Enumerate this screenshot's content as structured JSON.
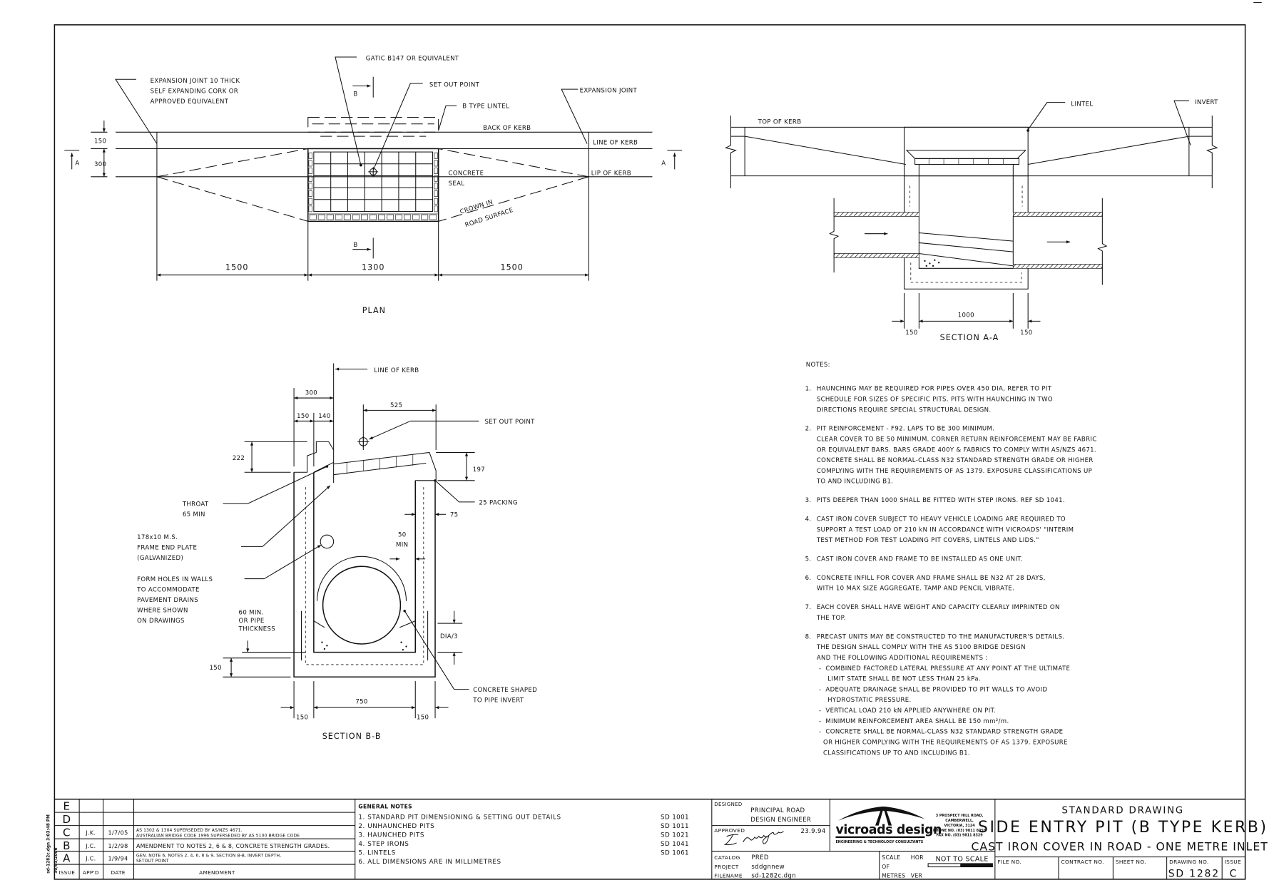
{
  "plan": {
    "title": "PLAN",
    "expansion_joint_note": [
      "EXPANSION JOINT 10 THICK",
      "SELF EXPANDING CORK OR",
      "APPROVED EQUIVALENT"
    ],
    "gatic": "GATIC B147 OR EQUIVALENT",
    "set_out_point": "SET OUT POINT",
    "b_type_lintel": "B TYPE LINTEL",
    "expansion_joint": "EXPANSION JOINT",
    "back_of_kerb": "BACK OF KERB",
    "line_of_kerb": "LINE OF KERB",
    "lip_of_kerb": "LIP OF KERB",
    "concrete_seal": [
      "CONCRETE",
      "SEAL"
    ],
    "crown": [
      "CROWN IN",
      "ROAD SURFACE"
    ],
    "section_b": "B",
    "section_a": "A",
    "dims": {
      "d150": "150",
      "d300": "300",
      "left": "1500",
      "mid": "1300",
      "right": "1500"
    }
  },
  "section_aa": {
    "title": "SECTION A-A",
    "top_of_kerb": "TOP OF KERB",
    "lintel": "LINTEL",
    "invert": "INVERT",
    "dims": {
      "inner": "1000",
      "left": "150",
      "right": "150"
    }
  },
  "section_bb": {
    "title": "SECTION B-B",
    "line_of_kerb": "LINE OF KERB",
    "set_out_point": "SET OUT POINT",
    "throat": [
      "THROAT",
      "65 MIN"
    ],
    "frame_plate": [
      "178x10 M.S.",
      "FRAME END PLATE",
      "(GALVANIZED)"
    ],
    "form_holes": [
      "FORM HOLES IN WALLS",
      "TO ACCOMMODATE",
      "PAVEMENT DRAINS",
      "WHERE SHOWN",
      "ON DRAWINGS"
    ],
    "pipe_thickness": [
      "60 MIN.",
      "OR PIPE",
      "THICKNESS"
    ],
    "packing": "25 PACKING",
    "fifty_min": [
      "50",
      "MIN"
    ],
    "dia3": "DIA/3",
    "concrete_shaped": [
      "CONCRETE SHAPED",
      "TO PIPE INVERT"
    ],
    "dims": {
      "d300": "300",
      "d150": "150",
      "d140": "140",
      "d525": "525",
      "d222": "222",
      "d197": "197",
      "d75": "75",
      "d150_base": "150",
      "d750": "750",
      "d150_left": "150",
      "d150_right": "150"
    }
  },
  "notes": {
    "heading": "NOTES:",
    "items": [
      {
        "num": "1.",
        "lines": [
          "HAUNCHING MAY BE REQUIRED FOR PIPES OVER 450 DIA, REFER TO PIT",
          "SCHEDULE FOR SIZES OF SPECIFIC PITS. PITS WITH HAUNCHING IN TWO",
          "DIRECTIONS REQUIRE SPECIAL STRUCTURAL DESIGN."
        ]
      },
      {
        "num": "2.",
        "lines": [
          "PIT REINFORCEMENT - F92. LAPS TO BE 300 MINIMUM.",
          "CLEAR COVER TO BE 50 MINIMUM. CORNER RETURN REINFORCEMENT MAY BE FABRIC",
          "OR EQUIVALENT BARS. BARS GRADE 400Y & FABRICS TO COMPLY WITH AS/NZS 4671.",
          "CONCRETE SHALL BE NORMAL-CLASS N32 STANDARD STRENGTH GRADE OR HIGHER",
          "COMPLYING WITH THE REQUIREMENTS OF AS 1379. EXPOSURE CLASSIFICATIONS UP",
          "TO AND INCLUDING B1."
        ]
      },
      {
        "num": "3.",
        "lines": [
          "PITS DEEPER THAN 1000 SHALL BE FITTED WITH STEP IRONS. REF SD 1041."
        ]
      },
      {
        "num": "4.",
        "lines": [
          "CAST IRON COVER SUBJECT TO HEAVY VEHICLE LOADING ARE REQUIRED TO",
          "SUPPORT A TEST LOAD OF 210 kN IN ACCORDANCE WITH VICROADS' \"INTERIM",
          "TEST METHOD FOR TEST LOADING PIT COVERS, LINTELS AND LIDS.\""
        ]
      },
      {
        "num": "5.",
        "lines": [
          "CAST IRON COVER AND FRAME TO BE INSTALLED AS ONE UNIT."
        ]
      },
      {
        "num": "6.",
        "lines": [
          "CONCRETE INFILL FOR COVER AND FRAME SHALL BE N32 AT 28 DAYS,",
          "WITH 10 MAX SIZE AGGREGATE. TAMP AND PENCIL VIBRATE."
        ]
      },
      {
        "num": "7.",
        "lines": [
          "EACH COVER SHALL HAVE WEIGHT AND CAPACITY CLEARLY IMPRINTED ON",
          "THE TOP."
        ]
      },
      {
        "num": "8.",
        "lines": [
          "PRECAST UNITS MAY BE CONSTRUCTED TO THE MANUFACTURER'S DETAILS.",
          "THE DESIGN SHALL COMPLY WITH THE AS 5100 BRIDGE DESIGN",
          "AND THE FOLLOWING ADDITIONAL REQUIREMENTS :",
          " -  COMBINED FACTORED LATERAL PRESSURE AT ANY POINT AT THE ULTIMATE",
          "     LIMIT STATE SHALL BE NOT LESS THAN 25 kPa.",
          " -  ADEQUATE DRAINAGE SHALL BE PROVIDED TO PIT WALLS TO AVOID",
          "     HYDROSTATIC PRESSURE.",
          " -  VERTICAL LOAD 210 kN APPLIED ANYWHERE ON PIT.",
          " -  MINIMUM REINFORCEMENT AREA SHALL BE 150 mm²/m.",
          " -  CONCRETE SHALL BE NORMAL-CLASS N32 STANDARD STRENGTH GRADE",
          "   OR HIGHER COMPLYING WITH THE REQUIREMENTS OF AS 1379. EXPOSURE",
          "   CLASSIFICATIONS UP TO AND INCLUDING B1."
        ]
      }
    ]
  },
  "revisions": {
    "headers": {
      "issue": "ISSUE",
      "appd": "APP'D",
      "date": "DATE",
      "amendment": "AMENDMENT"
    },
    "rows": [
      {
        "issue": "E",
        "appd": "",
        "date": "",
        "amendment": []
      },
      {
        "issue": "D",
        "appd": "",
        "date": "",
        "amendment": []
      },
      {
        "issue": "C",
        "appd": "J.K.",
        "date": "1/7/05",
        "amendment": [
          "AS 1302 & 1304 SUPERSEDED BY AS/NZS 4671.",
          "AUSTRALIAN BRIDGE CODE 1996 SUPERSEDED BY AS 5100 BRIDGE CODE"
        ]
      },
      {
        "issue": "B",
        "appd": "J.C.",
        "date": "1/2/98",
        "amendment": [
          "AMENDMENT TO NOTES 2, 6 & 8, CONCRETE STRENGTH GRADES."
        ]
      },
      {
        "issue": "A",
        "appd": "J.C.",
        "date": "1/9/94",
        "amendment": [
          "GEN. NOTE 6, NOTES 2, 4, 6, 8 & 9, SECTION B-B, INVERT DEPTH,",
          "SETOUT POINT"
        ]
      }
    ]
  },
  "plot_stamp": [
    "sd-1282c.dgn    3:03:48 PM",
    "30/03/2006"
  ],
  "general_notes": {
    "heading": "GENERAL NOTES",
    "items": [
      {
        "text": "1. STANDARD PIT DIMENSIONING & SETTING OUT DETAILS",
        "ref": "SD 1001"
      },
      {
        "text": "2. UNHAUNCHED PITS",
        "ref": "SD 1011"
      },
      {
        "text": "3. HAUNCHED PITS",
        "ref": "SD 1021"
      },
      {
        "text": "4. STEP IRONS",
        "ref": "SD 1041"
      },
      {
        "text": "5. LINTELS",
        "ref": "SD 1061"
      },
      {
        "text": "6. ALL DIMENSIONS ARE IN MILLIMETRES",
        "ref": ""
      }
    ]
  },
  "approval": {
    "designed_label": "DESIGNED",
    "designed_by": [
      "PRINCIPAL ROAD",
      "DESIGN ENGINEER"
    ],
    "approved_label": "APPROVED",
    "approved_date": "23.9.94",
    "catalog_label": "CATALOG",
    "catalog": "PRED",
    "project_label": "PROJECT",
    "project": "sddgnnew",
    "filename_label": "FILENAME",
    "filename": "sd-1282c.dgn"
  },
  "company": {
    "name": "vicroads design",
    "tagline": "ENGINEERING & TECHNOLOGY CONSULTANTS",
    "address": [
      "3 PROSPECT HILL ROAD,",
      "CAMBERWELL,",
      "VICTORIA, 3124",
      "PHONE NO. (03) 9811 8355",
      "FAX NO. (03) 9811 8329"
    ]
  },
  "scale": {
    "scale_label": "SCALE",
    "of_label": "OF",
    "metres_label": "METRES",
    "hor_label": "HOR",
    "ver_label": "VER",
    "value": "NOT TO SCALE"
  },
  "title_block": {
    "type": "STANDARD DRAWING",
    "title": "SIDE ENTRY PIT (B TYPE KERB)",
    "subtitle": "CAST IRON COVER IN ROAD - ONE METRE INLET",
    "file_no_label": "FILE NO.",
    "contract_no_label": "CONTRACT NO.",
    "sheet_no_label": "SHEET NO.",
    "drawing_no_label": "DRAWING NO.",
    "drawing_no": "SD 1282",
    "issue_label": "ISSUE",
    "issue": "C"
  }
}
